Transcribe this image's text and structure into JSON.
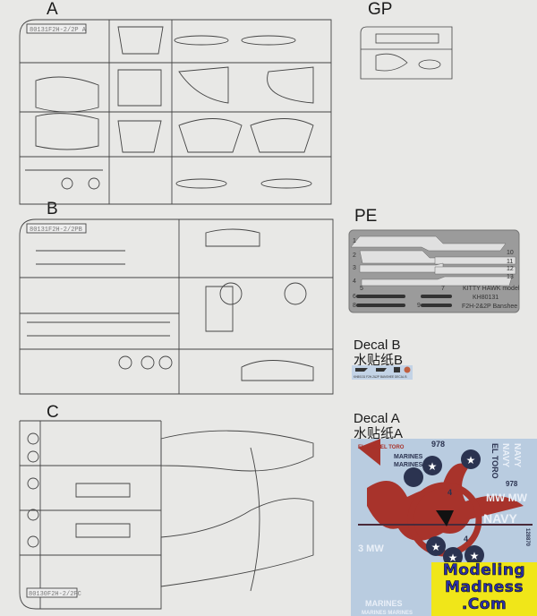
{
  "sprues": {
    "a": {
      "label": "A",
      "tag": "80131F2H-2/2P A"
    },
    "gp": {
      "label": "GP"
    },
    "b": {
      "label": "B",
      "tag": "80131F2H-2/2PB"
    },
    "c": {
      "label": "C",
      "tag": "80130F2H-2/2PC"
    }
  },
  "pe": {
    "label": "PE",
    "brand": "KITTY HAWK model",
    "code": "KH80131",
    "name": "F2H-2&2P Banshee",
    "part_numbers": [
      "1",
      "2",
      "3",
      "4",
      "5",
      "6",
      "7",
      "8",
      "9",
      "10",
      "11",
      "12",
      "13"
    ]
  },
  "decal_b": {
    "label": "Decal B",
    "label_cn": "水贴纸B",
    "caption": "KH80131 F2H-2&2P BANSHEE DECAL B"
  },
  "decal_a": {
    "label": "Decal A",
    "label_cn": "水贴纸A",
    "texts": [
      "EL TORO",
      "EL TORO",
      "MARINES",
      "MARINES",
      "978",
      "NAVY",
      "NAVY",
      "EL TORO",
      "978",
      "MW MW",
      "NAVY",
      "3 MW",
      "4",
      "4",
      "MARINES",
      "MARINES MARINES",
      "128870"
    ],
    "colors": {
      "sheet": "#b9cce0",
      "red": "#a8332b",
      "navy": "#2b3350"
    }
  },
  "watermark": {
    "line1": "Modeling",
    "line2": "Madness",
    "line3": ".Com"
  }
}
